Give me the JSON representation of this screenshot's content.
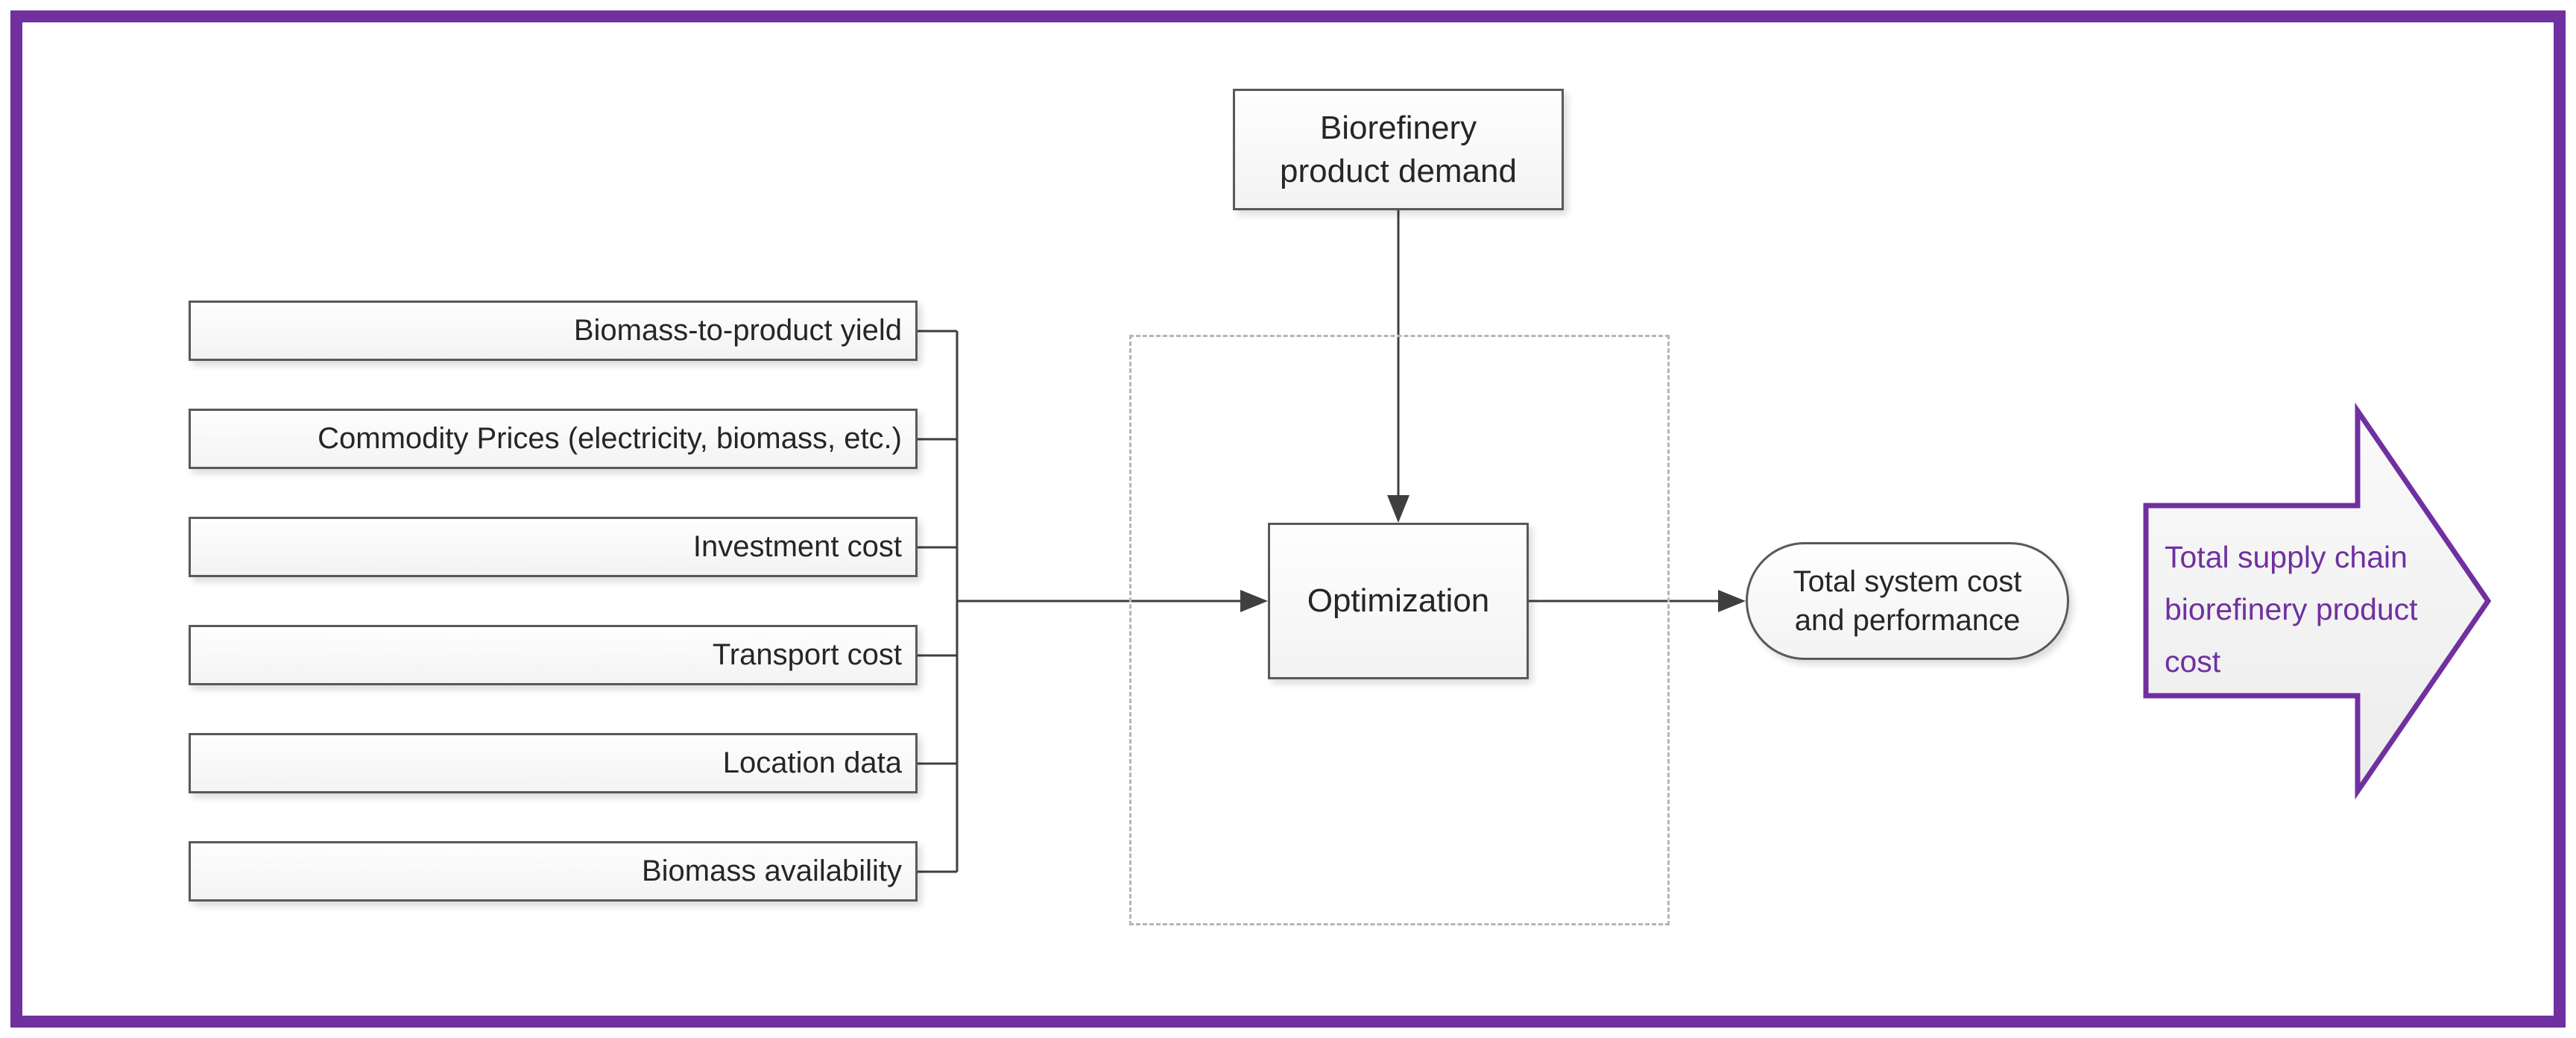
{
  "frame": {
    "border_color": "#7030A0"
  },
  "palette": {
    "connector_color": "#3f3f3f",
    "box_border_color": "#595959",
    "dashed_border_color": "#b5b5b5",
    "text_color": "#262626",
    "accent_purple": "#7030A0"
  },
  "nodes": {
    "demand": {
      "label": "Biorefinery product demand"
    },
    "inputs": [
      {
        "label": "Biomass-to-product yield"
      },
      {
        "label": "Commodity Prices (electricity, biomass, etc.)"
      },
      {
        "label": "Investment cost"
      },
      {
        "label": "Transport cost"
      },
      {
        "label": "Location data"
      },
      {
        "label": "Biomass availability"
      }
    ],
    "process": {
      "label": "Optimization"
    },
    "output": {
      "label": "Total system cost and performance"
    },
    "result": {
      "label": "Total supply chain biorefinery product cost"
    }
  }
}
